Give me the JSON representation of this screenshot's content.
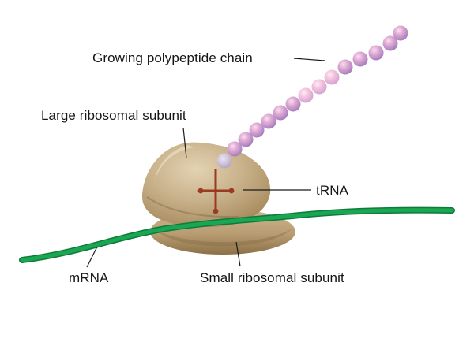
{
  "labels": {
    "polypeptide": "Growing polypeptide chain",
    "large_subunit": "Large ribosomal subunit",
    "trna": "tRNA",
    "mrna": "mRNA",
    "small_subunit": "Small ribosomal subunit"
  },
  "colors": {
    "mrna_main": "#1aa653",
    "mrna_dark": "#0d7c3a",
    "trna": "#9b3a22",
    "pointer_line": "#1a1a1a",
    "bead_purple": "#b88cc6",
    "bead_pink": "#f3c3de",
    "ribosome_tan": "#c9b28c",
    "ribosome_shadow": "#9a7f55"
  }
}
